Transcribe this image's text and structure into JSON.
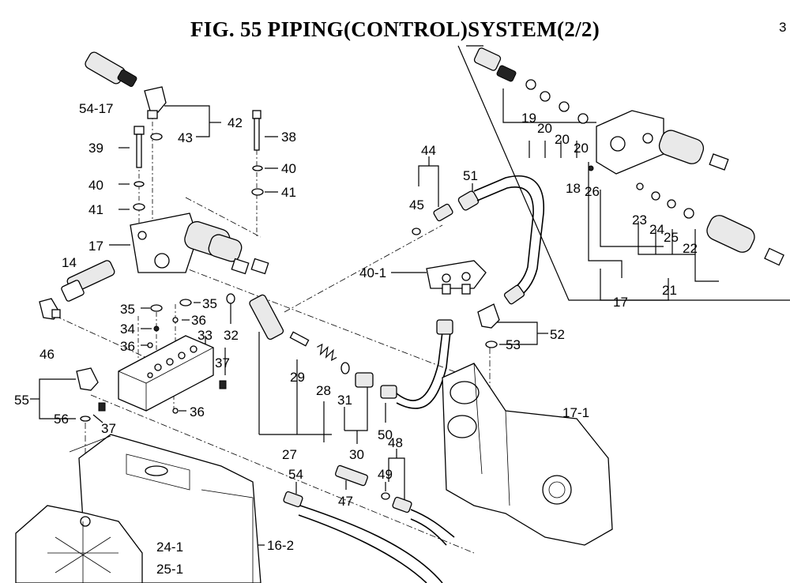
{
  "title": "FIG. 55  PIPING(CONTROL)SYSTEM(2/2)",
  "page_marker": "3",
  "callouts": {
    "c54_17": "54-17",
    "c42": "42",
    "c43": "43",
    "c39": "39",
    "c38": "38",
    "c40a": "40",
    "c41a": "41",
    "c40b": "40",
    "c41b": "41",
    "c17a": "17",
    "c14": "14",
    "c46": "46",
    "c35a": "35",
    "c35b": "35",
    "c34": "34",
    "c36a": "36",
    "c36b": "36",
    "c36c": "36",
    "c33": "33",
    "c32": "32",
    "c37a": "37",
    "c37b": "37",
    "c55": "55",
    "c56": "56",
    "c29": "29",
    "c28": "28",
    "c27": "27",
    "c31": "31",
    "c30": "30",
    "c50": "50",
    "c44": "44",
    "c45": "45",
    "c51": "51",
    "c40_1": "40-1",
    "c52": "52",
    "c53": "53",
    "c17_1": "17-1",
    "c54": "54",
    "c49": "49",
    "c48": "48",
    "c47": "47",
    "c16_2": "16-2",
    "c24_1": "24-1",
    "c25_1": "25-1",
    "c19": "19",
    "c20a": "20",
    "c20b": "20",
    "c20c": "20",
    "c18": "18",
    "c26": "26",
    "c23": "23",
    "c24": "24",
    "c25": "25",
    "c22": "22",
    "c21": "21",
    "c17b": "17"
  }
}
